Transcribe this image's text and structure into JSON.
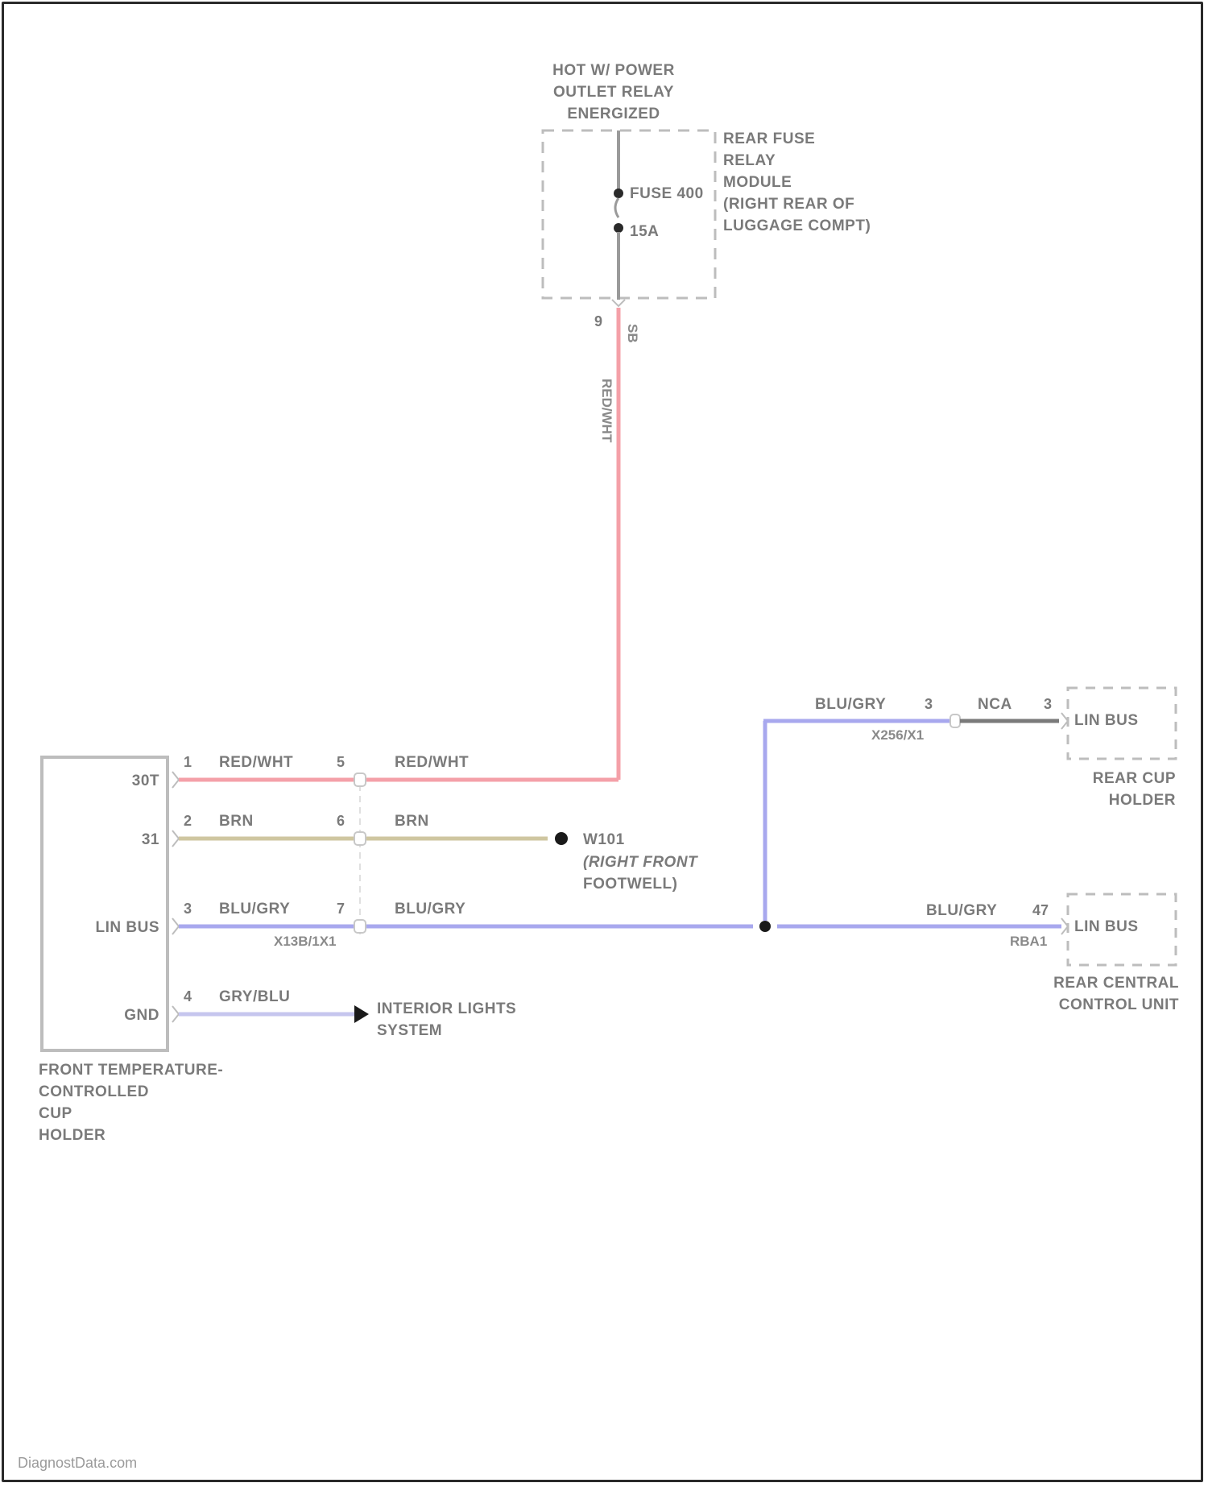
{
  "diagram": {
    "power_source": {
      "title_lines": [
        "HOT W/ POWER",
        "OUTLET RELAY",
        "ENERGIZED"
      ]
    },
    "fuse_module": {
      "title_lines": [
        "REAR FUSE",
        "RELAY",
        "MODULE",
        "(RIGHT REAR OF",
        "LUGGAGE COMPT)"
      ],
      "fuse_label": "FUSE 400",
      "fuse_rating": "15A",
      "connector_pin": "9",
      "connector_id": "SB"
    },
    "vertical_wire_label": "RED/WHT",
    "front_cup_holder": {
      "title_lines": [
        "FRONT TEMPERATURE-",
        "CONTROLLED",
        "CUP",
        "HOLDER"
      ],
      "pins": [
        {
          "name": "30T",
          "pin": "1",
          "wire": "RED/WHT",
          "mid_pin": "5",
          "mid_wire": "RED/WHT"
        },
        {
          "name": "31",
          "pin": "2",
          "wire": "BRN",
          "mid_pin": "6",
          "mid_wire": "BRN"
        },
        {
          "name": "LIN BUS",
          "pin": "3",
          "wire": "BLU/GRY",
          "mid_pin": "7",
          "mid_wire": "BLU/GRY"
        },
        {
          "name": "GND",
          "pin": "4",
          "wire": "GRY/BLU"
        }
      ],
      "inline_connector_id": "X13B/1X1"
    },
    "ground": {
      "id": "W101",
      "location_lines": [
        "(RIGHT FRONT",
        "FOOTWELL)"
      ]
    },
    "interior_lights": {
      "title_lines": [
        "INTERIOR LIGHTS",
        "SYSTEM"
      ]
    },
    "rear_cup_holder": {
      "title_lines": [
        "REAR CUP",
        "HOLDER"
      ],
      "pin_name": "LIN BUS",
      "wire_in": "BLU/GRY",
      "connector_pin_left": "3",
      "connector_id": "X256/X1",
      "wire_out": "NCA",
      "connector_pin_right": "3"
    },
    "rear_control_unit": {
      "title_lines": [
        "REAR CENTRAL",
        "CONTROL UNIT"
      ],
      "pin_name": "LIN BUS",
      "wire": "BLU/GRY",
      "pin": "47",
      "connector_id": "RBA1"
    },
    "colors": {
      "red_wht": "#f4a0a8",
      "brn": "#cfc6a0",
      "blu_gry": "#a8a8ee",
      "gry_blu": "#c6c6ee",
      "nca": "#7a7a7a",
      "box": "#bdbdbd"
    }
  },
  "watermark": "DiagnostData.com"
}
